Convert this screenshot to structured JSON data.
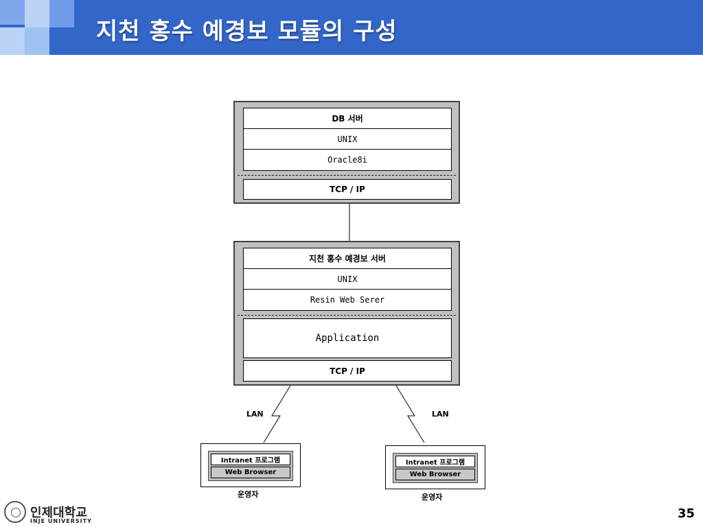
{
  "header": {
    "title": "지천 홍수 예경보 모듈의 구성"
  },
  "colors": {
    "header_bar": "#3266c8",
    "decor_light": "#9fc2f2",
    "decor_mid": "#6f9be8",
    "server_panel": "#c0c0c0"
  },
  "db_server": {
    "name": "DB 서버",
    "os": "UNIX",
    "db": "Oracle8i",
    "protocol": "TCP / IP"
  },
  "app_server": {
    "name": "지천 홍수 예경보 서버",
    "os": "UNIX",
    "web": "Resin Web Serer",
    "app": "Application",
    "protocol": "TCP / IP"
  },
  "links": {
    "left_label": "LAN",
    "right_label": "LAN"
  },
  "clients": [
    {
      "program": "Intranet 프로그램",
      "browser": "Web Browser",
      "role": "운영자"
    },
    {
      "program": "Intranet 프로그램",
      "browser": "Web Browser",
      "role": "운영자"
    }
  ],
  "footer": {
    "logo_korean": "인제대학교",
    "logo_english": "INJE UNIVERSITY",
    "page_number": "35"
  },
  "icons": {
    "logo": "university-seal-icon"
  }
}
